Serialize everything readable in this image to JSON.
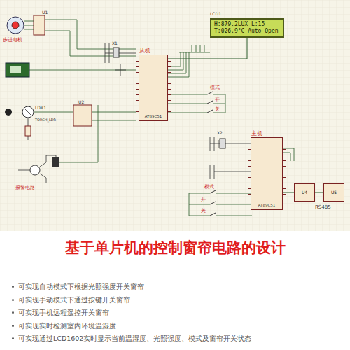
{
  "diagram": {
    "title": "基于单片机的控制窗帘电路的设计",
    "nodes": [
      {
        "text": [
          "从机",
          "AT89C51"
        ]
      },
      {
        "text": [
          "H:879.2LUX L:15",
          "T:026.9°C Auto Open"
        ]
      },
      {
        "text": [
          "主机",
          "AT89C51"
        ]
      },
      {
        "text": [
          "U4"
        ]
      },
      {
        "text": [
          "U5"
        ]
      }
    ],
    "edges": [
      {
        "from": 0,
        "to": 1,
        "arrow": "none"
      },
      {
        "from": 2,
        "to": 3,
        "arrow": "none"
      },
      {
        "from": 3,
        "to": 4,
        "arrow": "none"
      }
    ],
    "labels": [
      "步进电机",
      "报警电路",
      "LDR1",
      "TORCH_LDR",
      "LCD1",
      "U1",
      "U2",
      "X1",
      "X2",
      "模式",
      "开",
      "关",
      "模式",
      "开",
      "关",
      "RS485",
      "可实现自动模式下根据光照强度开关窗帘",
      "可实现手动模式下通过按键开关窗帘",
      "可实现手机远程遥控开关窗帘",
      "可实现实时检测室内环境温湿度",
      "可实现通过LCD1602实时显示当前温湿度、光照强度、模式及窗帘开关状态"
    ]
  }
}
